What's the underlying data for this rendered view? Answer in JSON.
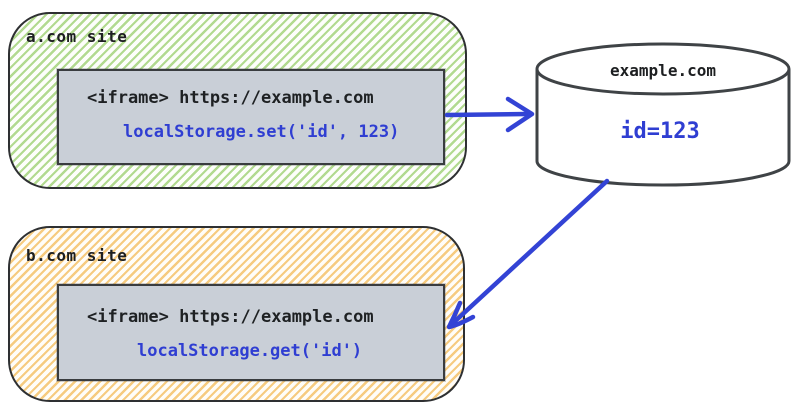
{
  "sites": [
    {
      "label": "a.com site",
      "iframe_url": "<iframe> https://example.com",
      "code": "localStorage.set('id', 123)"
    },
    {
      "label": "b.com site",
      "iframe_url": "<iframe> https://example.com",
      "code": "localStorage.get('id')"
    }
  ],
  "database": {
    "name": "example.com",
    "record": "id=123"
  },
  "colors": {
    "site_a_hatch": "#92cb63",
    "site_b_hatch": "#f3bd5e",
    "outline": "#2e3032",
    "iframe_fill": "#c9cfd7",
    "iframe_border": "#393c3f",
    "code_blue": "#2f3ed2",
    "arrow_blue": "#3343d5",
    "cylinder_stroke": "#3f4346",
    "text_dark": "#1d1f21"
  }
}
